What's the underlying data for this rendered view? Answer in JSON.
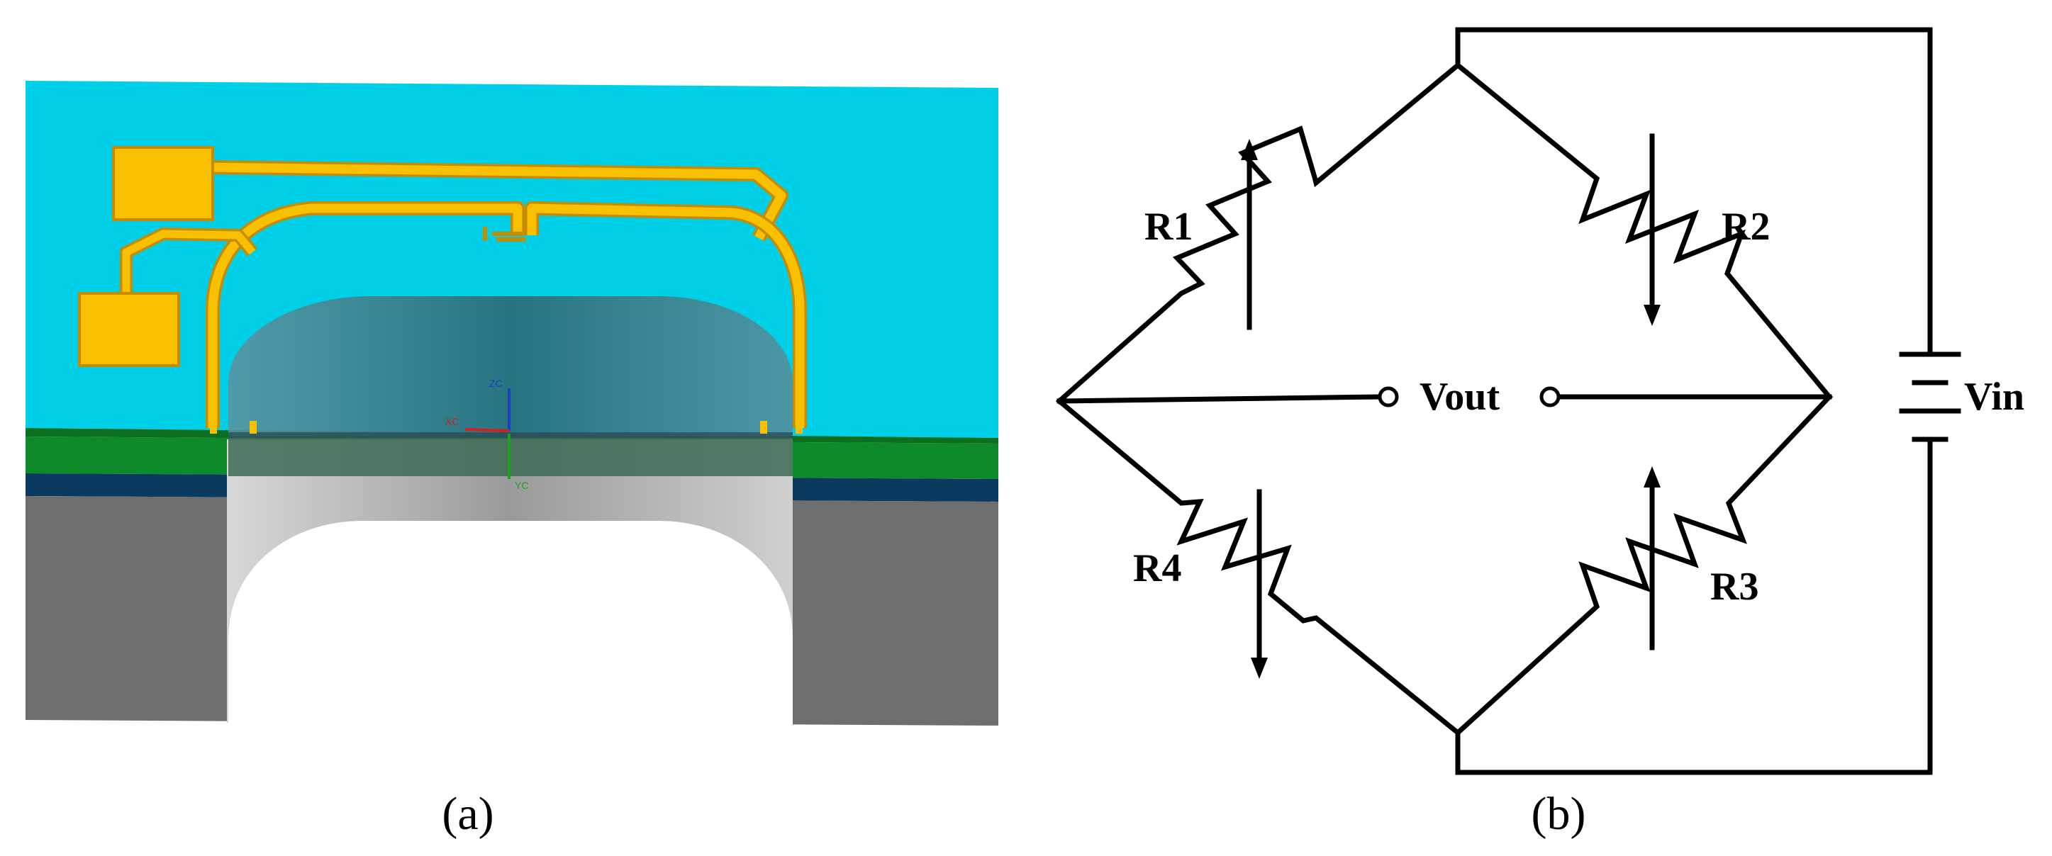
{
  "panel_a": {
    "caption": "(a)",
    "axes": {
      "z_label": "ZC",
      "x_label": "XC",
      "y_label": "YC"
    },
    "colors": {
      "background": "#00cfe8",
      "metal": "#f8c000",
      "metal_edge": "#c78b00",
      "green_layer": "#0e8a2a",
      "blue_layer": "#0b3a5e",
      "silicon": "#6e6e6e",
      "membrane": "#3e7a86"
    }
  },
  "panel_b": {
    "caption": "(b)",
    "resistors": {
      "r1": "R1",
      "r2": "R2",
      "r3": "R3",
      "r4": "R4"
    },
    "output_label": "Vout",
    "source_label": "Vin"
  }
}
